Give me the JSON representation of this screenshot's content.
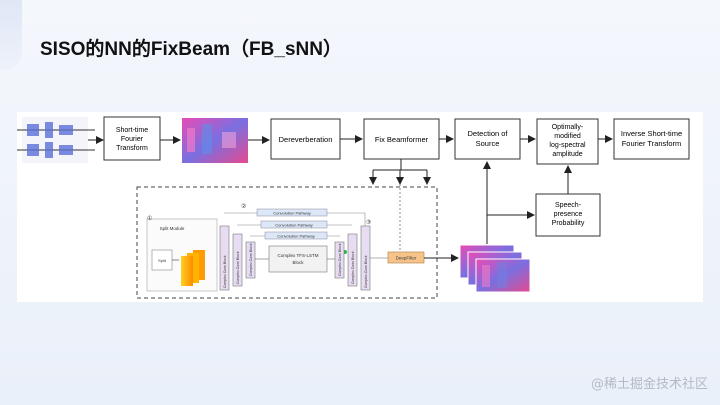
{
  "slide": {
    "title": "SISO的NN的FixBeam（FB_sNN）",
    "watermark": "@稀土掘金技术社区"
  },
  "diagram": {
    "blocks": {
      "stft": [
        "Short-time",
        "Fourier",
        "Transform"
      ],
      "dereverb": [
        "Dereverberation"
      ],
      "fix_beamformer": [
        "Fix Beamformer"
      ],
      "detection": [
        "Detection of",
        "Source"
      ],
      "omlsa": [
        "Optimally-",
        "modified",
        "log-spectral",
        "amplitude"
      ],
      "istft": [
        "Inverse Short-time",
        "Fourier Transform"
      ],
      "spp": [
        "Speech-",
        "presence",
        "Probability"
      ]
    },
    "network": {
      "split_module": "Split Module",
      "split": "Split",
      "convolution_pathway": "Convolution Pathway",
      "complex_conv_block": "Complex Conv Block",
      "complex_lstm": [
        "Complex TFS-LSTM",
        "Block"
      ],
      "deep_filter": "DeepFilter",
      "markers": [
        "①",
        "②",
        "③"
      ]
    }
  }
}
